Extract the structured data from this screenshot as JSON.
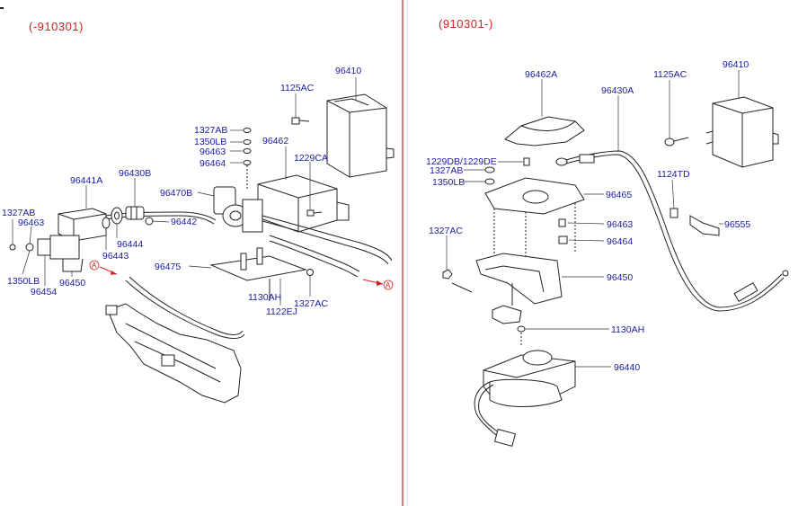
{
  "left_panel": {
    "header": "(-910301)",
    "parts": {
      "p96410": "96410",
      "p1125AC": "1125AC",
      "p1327AB_a": "1327AB",
      "p1350LB_a": "1350LB",
      "p96463_a": "96463",
      "p96464": "96464",
      "p96462": "96462",
      "p1229CA": "1229CA",
      "p96430B": "96430B",
      "p96441A": "96441A",
      "p96470B": "96470B",
      "p1327AB_b": "1327AB",
      "p96463_b": "96463",
      "p96442": "96442",
      "p96444": "96444",
      "p96443": "96443",
      "p96475": "96475",
      "p1350LB_b": "1350LB",
      "p96450": "96450",
      "p96454": "96454",
      "p1130AH": "1130AH",
      "p1327AC": "1327AC",
      "p1122EJ": "1122EJ"
    },
    "marker_left": "A",
    "marker_right": "A"
  },
  "right_panel": {
    "header": "(910301-)",
    "parts": {
      "p96462A": "96462A",
      "p96430A": "96430A",
      "p1125AC": "1125AC",
      "p96410": "96410",
      "p1229DB": "1229DB/1229DE",
      "p1327AB": "1327AB",
      "p1350LB": "1350LB",
      "p96465": "96465",
      "p1124TD": "1124TD",
      "p96463": "96463",
      "p96555": "96555",
      "p1327AC": "1327AC",
      "p96464": "96464",
      "p96450": "96450",
      "p1130AH": "1130AH",
      "p96440": "96440"
    }
  },
  "colors": {
    "header": "#d42020",
    "part_number": "#1a1aa8",
    "divider": "#d42020",
    "linework": "#222222"
  }
}
